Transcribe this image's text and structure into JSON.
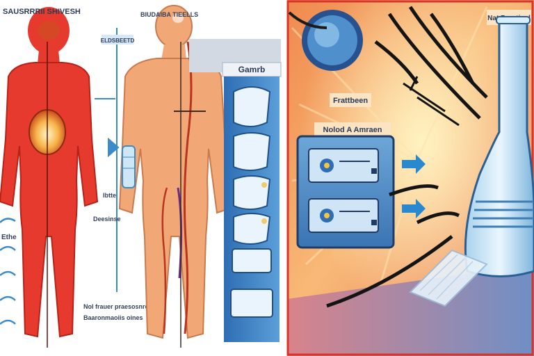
{
  "labels": {
    "top_left_title": "SAUSRRRII SHIVESH",
    "top_mid_title": "BIUDAIBA TIEELLS",
    "blue_tag": "ELDSBEETD",
    "panel_header": "Gamrb",
    "side_label_1": "Ibtte",
    "side_label_2": "Deesinse",
    "left_edge_label": "Ethe",
    "bottom_text_1": "Nol frauer praesosnres",
    "bottom_text_2": "Baaronmaoiis oines",
    "right_top_label": "Nat Brestienl",
    "right_mid_label": "Frattbeen",
    "right_box_label": "Nolod A Amraen"
  },
  "colors": {
    "body_red": "#e63a2e",
    "body_skin": "#f2a777",
    "panel_blue": "#3a7fc4",
    "warm_bg": "#f7a368",
    "accent_blue": "#2a88cf"
  }
}
